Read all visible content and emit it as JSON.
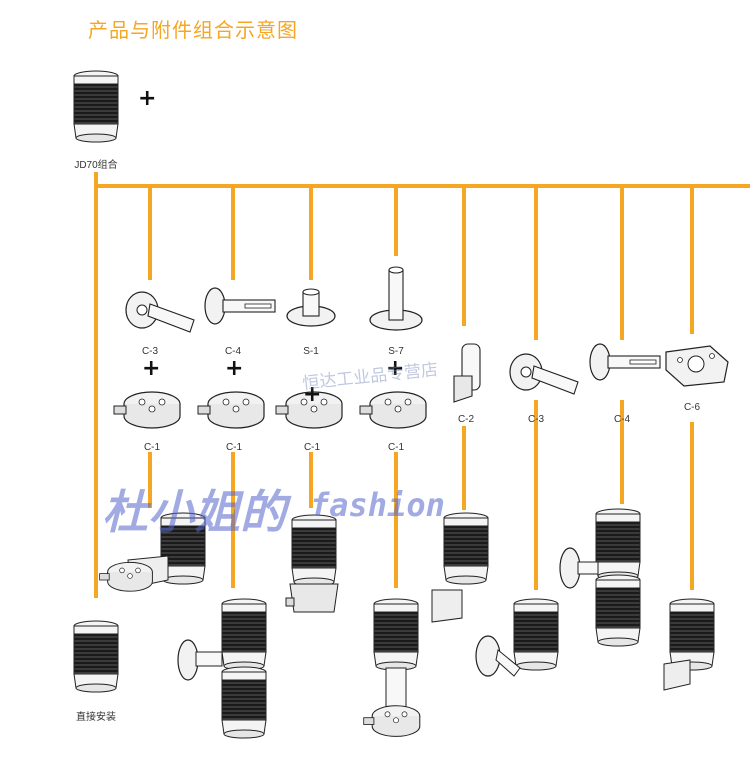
{
  "title": "产品与附件组合示意图",
  "top_product_label": "JD70组合",
  "plus_symbol": "+",
  "bracket_labels": {
    "c3_a": "C-3",
    "c4_a": "C-4",
    "s1": "S-1",
    "s7": "S-7",
    "c2": "C-2",
    "c3_b": "C-3",
    "c4_b": "C-4",
    "c6": "C-6"
  },
  "base_labels": [
    "C-1",
    "C-1",
    "C-1",
    "C-1"
  ],
  "direct_mount_label": "直接安装",
  "watermark": {
    "main": "杜小姐的",
    "latin": "fashion",
    "store": "恒达工业品专营店"
  },
  "colors": {
    "accent": "#f5a623",
    "line": "#f5a623",
    "device_dark": "#1a1a1a",
    "device_light": "#f2f2f2"
  }
}
